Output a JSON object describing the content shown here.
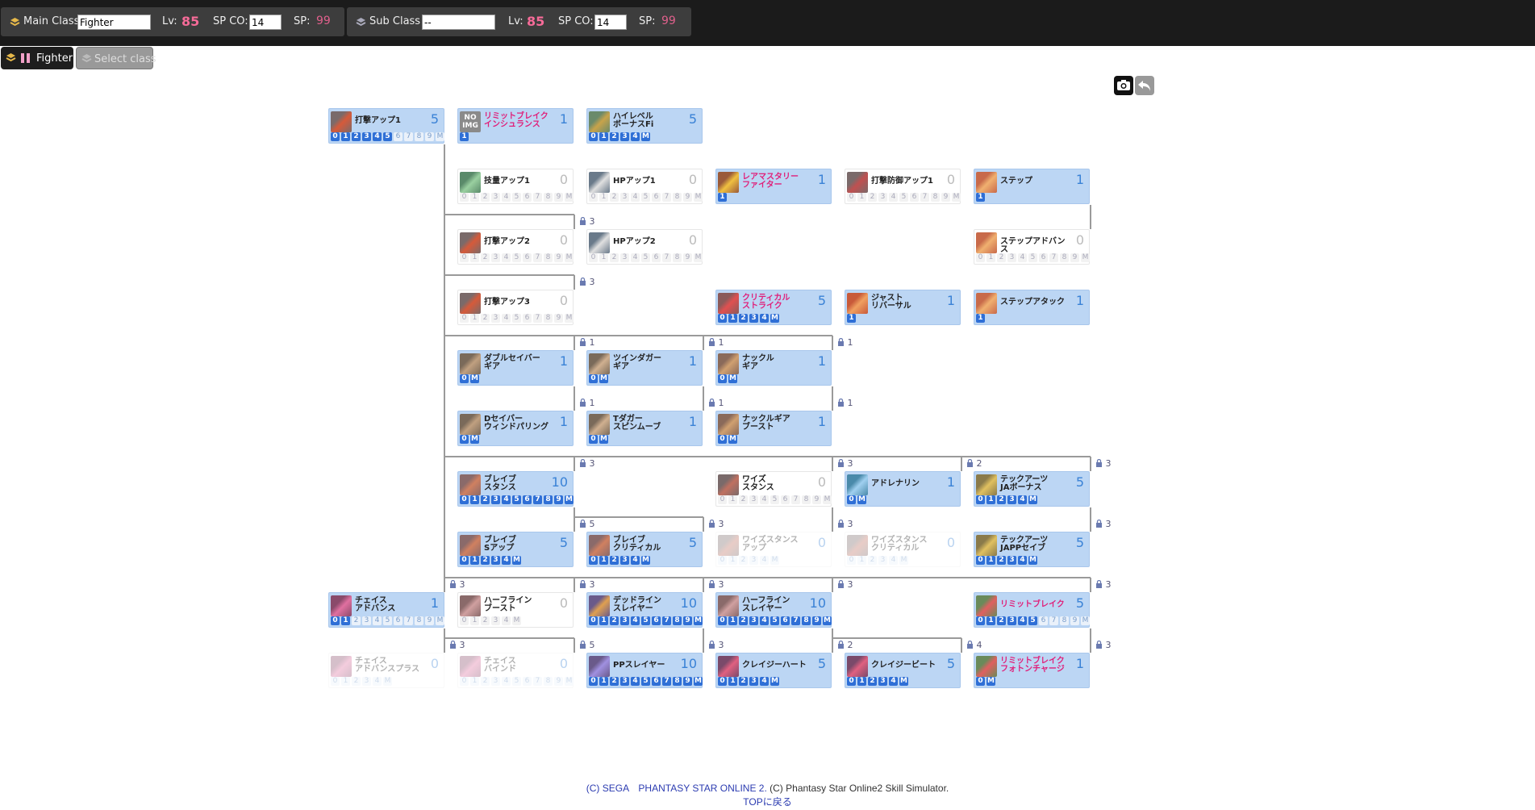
{
  "header": {
    "main": {
      "label": "Main Class",
      "class_value": "Fighter",
      "lv_label": "Lv:",
      "lv": "85",
      "spco_label": "SP CO:",
      "spco_value": "14",
      "sp_label": "SP:",
      "sp": "99"
    },
    "sub": {
      "label": "Sub  Class",
      "class_value": "--",
      "lv_label": "Lv:",
      "lv": "85",
      "spco_label": "SP CO:",
      "spco_value": "14",
      "sp_label": "SP:",
      "sp": "99"
    }
  },
  "tabs": [
    {
      "label": "Fighter",
      "active": true
    },
    {
      "label": "Select class",
      "active": false
    }
  ],
  "colors": {
    "accent": "#2f6fd6",
    "node_bg": "#bcd6f4",
    "pink": "#f56b98",
    "topbar": "#1b1b1b"
  },
  "nodes": [
    {
      "name": "打撃アップ1",
      "level": "5",
      "pips": [
        "0",
        "1",
        "2",
        "3",
        "4",
        "5",
        "6",
        "7",
        "8",
        "9",
        "M"
      ],
      "on": 6,
      "style": "blue",
      "icon": "sword-icon"
    },
    {
      "name": "リミットブレイク\nインシュランス",
      "level": "1",
      "pips": [
        "1"
      ],
      "on": 1,
      "style": "blue",
      "red": true,
      "icon": "no-img-icon",
      "icon_text": "NO IMG"
    },
    {
      "name": "ハイレベル\nボーナスFi",
      "level": "5",
      "pips": [
        "0",
        "1",
        "2",
        "3",
        "4",
        "M"
      ],
      "on": 6,
      "style": "blue",
      "icon": "bonus-icon"
    },
    {
      "name": "技量アップ1",
      "level": "0",
      "pips": [
        "0",
        "1",
        "2",
        "3",
        "4",
        "5",
        "6",
        "7",
        "8",
        "9",
        "M"
      ],
      "on": 0,
      "style": "white",
      "icon": "dex-icon"
    },
    {
      "name": "HPアップ1",
      "level": "0",
      "pips": [
        "0",
        "1",
        "2",
        "3",
        "4",
        "5",
        "6",
        "7",
        "8",
        "9",
        "M"
      ],
      "on": 0,
      "style": "white",
      "icon": "hp-icon"
    },
    {
      "name": "レアマスタリー\nファイター",
      "level": "1",
      "pips": [
        "1"
      ],
      "on": 1,
      "style": "blue",
      "red": true,
      "icon": "rare-star-icon"
    },
    {
      "name": "打撃防御アップ1",
      "level": "0",
      "pips": [
        "0",
        "1",
        "2",
        "3",
        "4",
        "5",
        "6",
        "7",
        "8",
        "9",
        "M"
      ],
      "on": 0,
      "style": "white",
      "icon": "def-icon"
    },
    {
      "name": "ステップ",
      "level": "1",
      "pips": [
        "1"
      ],
      "on": 1,
      "style": "blue",
      "icon": "step-icon"
    },
    {
      "name": "打撃アップ2",
      "level": "0",
      "pips": [
        "0",
        "1",
        "2",
        "3",
        "4",
        "5",
        "6",
        "7",
        "8",
        "9",
        "M"
      ],
      "on": 0,
      "style": "white",
      "icon": "sword-icon"
    },
    {
      "name": "HPアップ2",
      "level": "0",
      "pips": [
        "0",
        "1",
        "2",
        "3",
        "4",
        "5",
        "6",
        "7",
        "8",
        "9",
        "M"
      ],
      "on": 0,
      "style": "white",
      "icon": "hp-icon"
    },
    {
      "name": "ステップアドバンス",
      "level": "0",
      "pips": [
        "0",
        "1",
        "2",
        "3",
        "4",
        "5",
        "6",
        "7",
        "8",
        "9",
        "M"
      ],
      "on": 0,
      "style": "white",
      "icon": "step-icon"
    },
    {
      "name": "打撃アップ3",
      "level": "0",
      "pips": [
        "0",
        "1",
        "2",
        "3",
        "4",
        "5",
        "6",
        "7",
        "8",
        "9",
        "M"
      ],
      "on": 0,
      "style": "white",
      "icon": "sword-icon"
    },
    {
      "name": "クリティカル\nストライク",
      "level": "5",
      "pips": [
        "0",
        "1",
        "2",
        "3",
        "4",
        "M"
      ],
      "on": 6,
      "style": "blue",
      "red": true,
      "icon": "crit-icon"
    },
    {
      "name": "ジャスト\nリバーサル",
      "level": "1",
      "pips": [
        "1"
      ],
      "on": 1,
      "style": "blue",
      "icon": "reversal-icon"
    },
    {
      "name": "ステップアタック",
      "level": "1",
      "pips": [
        "1"
      ],
      "on": 1,
      "style": "blue",
      "icon": "step-icon"
    },
    {
      "name": "ダブルセイバー\nギア",
      "level": "1",
      "pips": [
        "0",
        "M"
      ],
      "on": 2,
      "style": "blue",
      "icon": "dsaber-icon"
    },
    {
      "name": "ツインダガー\nギア",
      "level": "1",
      "pips": [
        "0",
        "M"
      ],
      "on": 2,
      "style": "blue",
      "icon": "dagger-icon"
    },
    {
      "name": "ナックル\nギア",
      "level": "1",
      "pips": [
        "0",
        "M"
      ],
      "on": 2,
      "style": "blue",
      "icon": "knuckle-icon"
    },
    {
      "name": "Dセイバー\nウィンドパリング",
      "level": "1",
      "pips": [
        "0",
        "M"
      ],
      "on": 2,
      "style": "blue",
      "icon": "dsaber-icon"
    },
    {
      "name": "Tダガー\nスピンムーブ",
      "level": "1",
      "pips": [
        "0",
        "M"
      ],
      "on": 2,
      "style": "blue",
      "icon": "dagger-icon"
    },
    {
      "name": "ナックルギア\nブースト",
      "level": "1",
      "pips": [
        "0",
        "M"
      ],
      "on": 2,
      "style": "blue",
      "icon": "knuckle-icon"
    },
    {
      "name": "ブレイブ\nスタンス",
      "level": "10",
      "pips": [
        "0",
        "1",
        "2",
        "3",
        "4",
        "5",
        "6",
        "7",
        "8",
        "9",
        "M"
      ],
      "on": 11,
      "style": "blue",
      "icon": "brave-icon"
    },
    {
      "name": "ワイズ\nスタンス",
      "level": "0",
      "pips": [
        "0",
        "1",
        "2",
        "3",
        "4",
        "5",
        "6",
        "7",
        "8",
        "9",
        "M"
      ],
      "on": 0,
      "style": "white",
      "icon": "wise-icon"
    },
    {
      "name": "アドレナリン",
      "level": "1",
      "pips": [
        "0",
        "M"
      ],
      "on": 2,
      "style": "blue",
      "icon": "adrenaline-icon"
    },
    {
      "name": "テックアーツ\nJAボーナス",
      "level": "5",
      "pips": [
        "0",
        "1",
        "2",
        "3",
        "4",
        "M"
      ],
      "on": 6,
      "style": "blue",
      "icon": "techarts-icon"
    },
    {
      "name": "ブレイブ\nSアップ",
      "level": "5",
      "pips": [
        "0",
        "1",
        "2",
        "3",
        "4",
        "M"
      ],
      "on": 6,
      "style": "blue",
      "icon": "brave-icon"
    },
    {
      "name": "ブレイブ\nクリティカル",
      "level": "5",
      "pips": [
        "0",
        "1",
        "2",
        "3",
        "4",
        "M"
      ],
      "on": 6,
      "style": "blue",
      "icon": "brave-icon"
    },
    {
      "name": "ワイズスタンス\nアップ",
      "level": "0",
      "pips": [
        "0",
        "1",
        "2",
        "3",
        "4",
        "M"
      ],
      "on": 0,
      "style": "faded",
      "icon": "wise-icon"
    },
    {
      "name": "ワイズスタンス\nクリティカル",
      "level": "0",
      "pips": [
        "0",
        "1",
        "2",
        "3",
        "4",
        "M"
      ],
      "on": 0,
      "style": "faded",
      "icon": "wise-icon"
    },
    {
      "name": "テックアーツ\nJAPPセイブ",
      "level": "5",
      "pips": [
        "0",
        "1",
        "2",
        "3",
        "4",
        "M"
      ],
      "on": 6,
      "style": "blue",
      "icon": "techarts-icon"
    },
    {
      "name": "チェイス\nアドバンス",
      "level": "1",
      "pips": [
        "0",
        "1",
        "2",
        "3",
        "4",
        "5",
        "6",
        "7",
        "8",
        "9",
        "M"
      ],
      "on": 2,
      "style": "blue",
      "icon": "chase-icon"
    },
    {
      "name": "ハーフライン\nブースト",
      "level": "0",
      "pips": [
        "0",
        "1",
        "2",
        "3",
        "4",
        "M"
      ],
      "on": 0,
      "style": "white",
      "icon": "halfline-icon"
    },
    {
      "name": "デッドライン\nスレイヤー",
      "level": "10",
      "pips": [
        "0",
        "1",
        "2",
        "3",
        "4",
        "5",
        "6",
        "7",
        "8",
        "9",
        "M"
      ],
      "on": 11,
      "style": "blue",
      "icon": "deadline-icon"
    },
    {
      "name": "ハーフライン\nスレイヤー",
      "level": "10",
      "pips": [
        "0",
        "1",
        "2",
        "3",
        "4",
        "5",
        "6",
        "7",
        "8",
        "9",
        "M"
      ],
      "on": 11,
      "style": "blue",
      "icon": "halfline-icon"
    },
    {
      "name": "リミットブレイク",
      "level": "5",
      "pips": [
        "0",
        "1",
        "2",
        "3",
        "4",
        "5",
        "6",
        "7",
        "8",
        "9",
        "M"
      ],
      "on": 6,
      "style": "blue",
      "red": true,
      "icon": "limit-icon"
    },
    {
      "name": "チェイス\nアドバンスプラス",
      "level": "0",
      "pips": [
        "0",
        "1",
        "2",
        "3",
        "4",
        "M"
      ],
      "on": 0,
      "style": "faded",
      "icon": "chase-icon"
    },
    {
      "name": "チェイス\nバインド",
      "level": "0",
      "pips": [
        "0",
        "1",
        "2",
        "3",
        "4",
        "5",
        "6",
        "7",
        "8",
        "9",
        "M"
      ],
      "on": 0,
      "style": "faded",
      "icon": "chase-icon"
    },
    {
      "name": "PPスレイヤー",
      "level": "10",
      "pips": [
        "0",
        "1",
        "2",
        "3",
        "4",
        "5",
        "6",
        "7",
        "8",
        "9",
        "M"
      ],
      "on": 11,
      "style": "blue",
      "icon": "pp-icon"
    },
    {
      "name": "クレイジーハート",
      "level": "5",
      "pips": [
        "0",
        "1",
        "2",
        "3",
        "4",
        "M"
      ],
      "on": 6,
      "style": "blue",
      "icon": "crazy-icon"
    },
    {
      "name": "クレイジービート",
      "level": "5",
      "pips": [
        "0",
        "1",
        "2",
        "3",
        "4",
        "M"
      ],
      "on": 6,
      "style": "blue",
      "icon": "crazy-icon"
    },
    {
      "name": "リミットブレイク\nフォトンチャージ",
      "level": "1",
      "pips": [
        "0",
        "M"
      ],
      "on": 2,
      "style": "blue",
      "red": true,
      "icon": "limit-icon"
    }
  ],
  "locks": [
    "3",
    "3",
    "1",
    "1",
    "1",
    "1",
    "1",
    "1",
    "3",
    "3",
    "2",
    "3",
    "5",
    "3",
    "3",
    "3",
    "3",
    "3",
    "3",
    "3",
    "3",
    "5",
    "3",
    "3",
    "2",
    "4",
    "3"
  ],
  "footer": {
    "sega": "(C) SEGA　PHANTASY STAR ONLINE 2.",
    "rest": " (C) Phantasy Star Online2 Skill Simulator.",
    "top_link": "TOPに戻る"
  }
}
